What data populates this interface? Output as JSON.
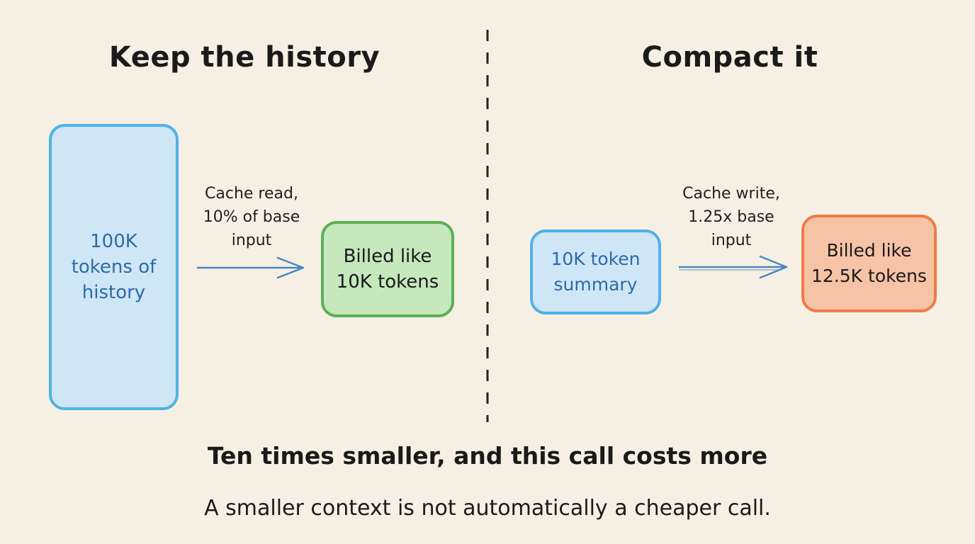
{
  "left_panel": {
    "heading": "Keep the history",
    "history_box": [
      "100K",
      "tokens of",
      "history"
    ],
    "arrow_label": [
      "Cache read,",
      "10% of base",
      "input"
    ],
    "result_box": [
      "Billed like",
      "10K tokens"
    ]
  },
  "right_panel": {
    "heading": "Compact it",
    "summary_box": [
      "10K token",
      "summary"
    ],
    "arrow_label": [
      "Cache write,",
      "1.25x base",
      "input"
    ],
    "result_box": [
      "Billed like",
      "12.5K tokens"
    ]
  },
  "footer": {
    "headline": "Ten times smaller, and this call costs more",
    "note": "A smaller context is not automatically a cheaper call."
  },
  "colors": {
    "background": "#f6f0e4",
    "blue_border": "#4fb2e6",
    "blue_fill": "#cfe6f7",
    "blue_text": "#2d6aa6",
    "green_border": "#5cae55",
    "green_fill": "#c5e8bd",
    "orange_border": "#ee7b44",
    "orange_fill": "#f7c3a6",
    "arrow": "#4b86c2"
  }
}
